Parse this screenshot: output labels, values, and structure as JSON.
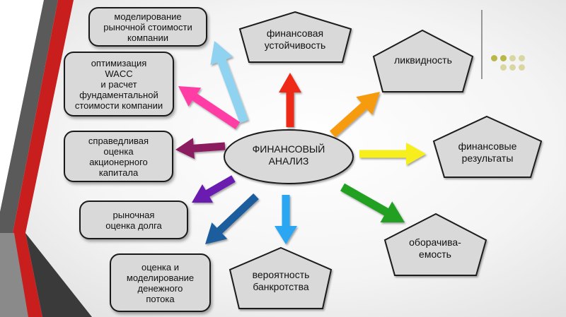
{
  "center": {
    "label": "ФИНАНСОВЫЙ\nАНАЛИЗ"
  },
  "left_boxes": [
    {
      "label": "моделирование\nрыночной стоимости\nкомпании"
    },
    {
      "label": "оптимизация\nWACC\nи расчет\nфундаментальной\nстоимости компании"
    },
    {
      "label": "справедливая\nоценка\nакционерного\nкапитала"
    },
    {
      "label": "рыночная\nоценка долга"
    },
    {
      "label": "оценка и\nмоделирование\nденежного\nпотока"
    }
  ],
  "pentagons": [
    {
      "label": "финансовая\nустойчивость"
    },
    {
      "label": "ликвидность"
    },
    {
      "label": "финансовые\nрезультаты"
    },
    {
      "label": "оборачива-\nемость"
    },
    {
      "label": "вероятность\nбанкротства"
    }
  ],
  "colors": {
    "light_blue": "#8fd3f0",
    "pink": "#ff3ea5",
    "purple_dark": "#8b1a5e",
    "violet": "#6a1fb0",
    "dark_blue": "#1c5d9e",
    "sky_blue": "#2aa6f2",
    "red": "#ee2a16",
    "orange": "#f59b10",
    "yellow": "#f6ef1a",
    "green": "#21a021",
    "accent_dots": "#b9b64a"
  }
}
